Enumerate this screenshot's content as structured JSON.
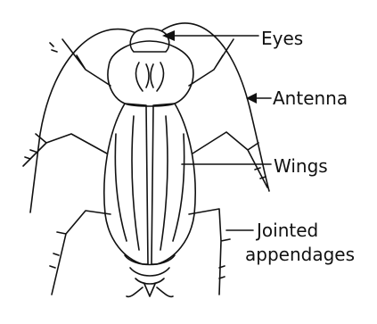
{
  "labels": {
    "eyes": "Eyes",
    "antenna": "Antenna",
    "wings": "Wings",
    "appendages_line1": "Jointed",
    "appendages_line2": "appendages"
  },
  "colors": {
    "ink": "#111111",
    "background": "#ffffff"
  }
}
